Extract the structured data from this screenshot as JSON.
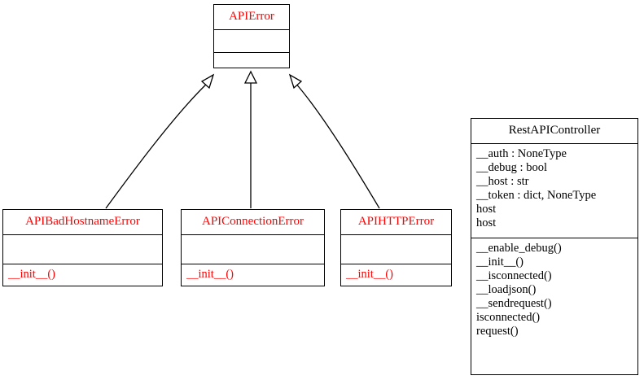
{
  "diagram": {
    "type": "uml-class-diagram",
    "background": "#ffffff",
    "exception_color": "#ff0000",
    "class_color": "#000000",
    "line_color": "#000000"
  },
  "classes": {
    "api_error": {
      "name": "APIError",
      "attributes": [],
      "methods": []
    },
    "api_bad_hostname_error": {
      "name": "APIBadHostnameError",
      "attributes": [],
      "methods": [
        "__init__()"
      ]
    },
    "api_connection_error": {
      "name": "APIConnectionError",
      "attributes": [],
      "methods": [
        "__init__()"
      ]
    },
    "api_http_error": {
      "name": "APIHTTPError",
      "attributes": [],
      "methods": [
        "__init__()"
      ]
    },
    "rest_api_controller": {
      "name": "RestAPIController",
      "attributes": [
        "__auth : NoneType",
        "__debug : bool",
        "__host : str",
        "__token : dict, NoneType",
        "host",
        "host"
      ],
      "methods": [
        "__enable_debug()",
        "__init__()",
        "__isconnected()",
        "__loadjson()",
        "__sendrequest()",
        "isconnected()",
        "request()"
      ]
    }
  },
  "relationships": [
    {
      "name": "generalization-badhostname-to-apierror",
      "from": "APIBadHostnameError",
      "to": "APIError",
      "kind": "generalization"
    },
    {
      "name": "generalization-connection-to-apierror",
      "from": "APIConnectionError",
      "to": "APIError",
      "kind": "generalization"
    },
    {
      "name": "generalization-http-to-apierror",
      "from": "APIHTTPError",
      "to": "APIError",
      "kind": "generalization"
    }
  ]
}
